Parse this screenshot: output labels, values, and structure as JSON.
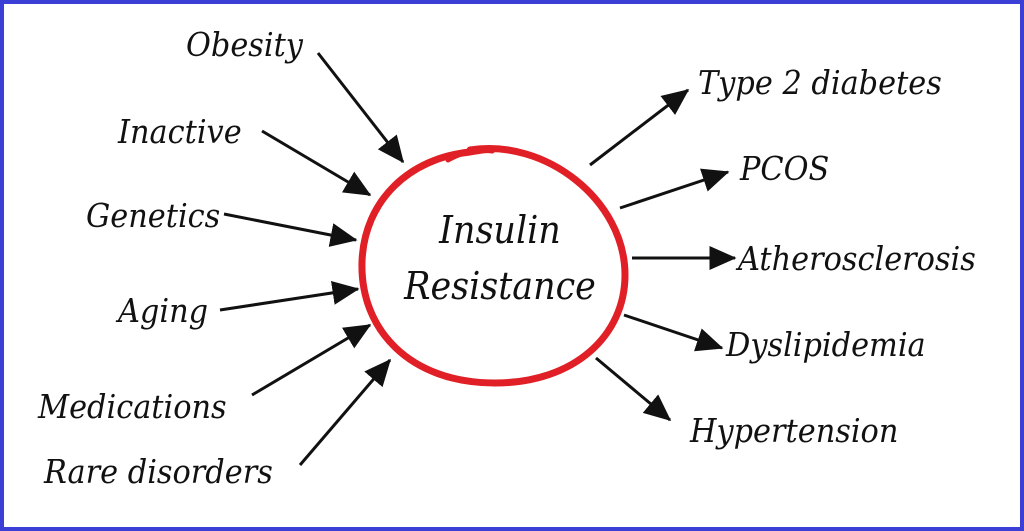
{
  "center": {
    "line1": "Insulin",
    "line2": "Resistance",
    "ring_color": "#e01f26"
  },
  "causes": [
    "Obesity",
    "Inactive",
    "Genetics",
    "Aging",
    "Medications",
    "Rare disorders"
  ],
  "effects": [
    "Type 2 diabetes",
    "PCOS",
    "Atherosclerosis",
    "Dyslipidemia",
    "Hypertension"
  ],
  "colors": {
    "border": "#3b3fd6",
    "arrow": "#111111",
    "text": "#111111"
  }
}
